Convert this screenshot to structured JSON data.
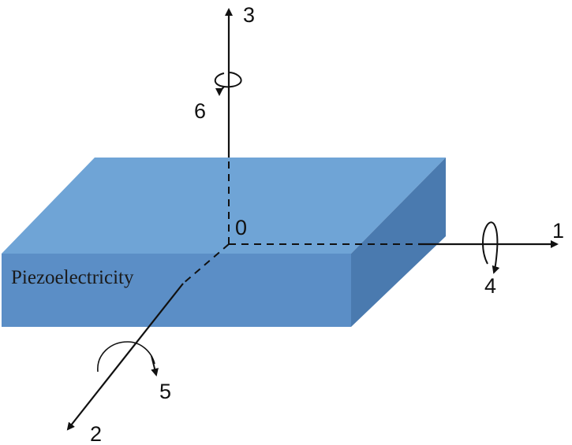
{
  "material": {
    "label": "Piezoelectricity",
    "colors": {
      "top": "#6fa4d6",
      "front": "#5b8ec6",
      "side": "#4a7aaf"
    }
  },
  "origin": {
    "label": "0"
  },
  "axes": [
    {
      "id": "1",
      "label": "1"
    },
    {
      "id": "2",
      "label": "2"
    },
    {
      "id": "3",
      "label": "3"
    }
  ],
  "rotations": [
    {
      "id": "4",
      "label": "4",
      "about_axis": "1"
    },
    {
      "id": "5",
      "label": "5",
      "about_axis": "2"
    },
    {
      "id": "6",
      "label": "6",
      "about_axis": "3"
    }
  ],
  "line_color": "#111111"
}
